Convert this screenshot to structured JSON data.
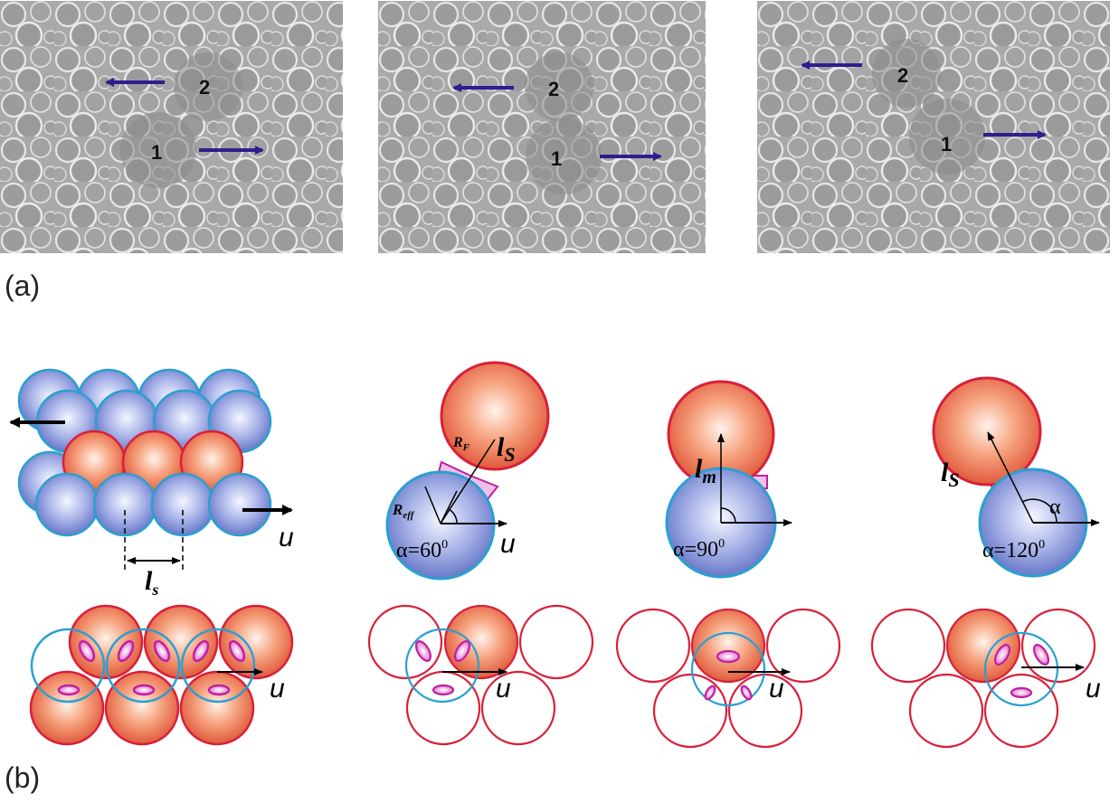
{
  "panel_labels": {
    "a": "(a)",
    "b": "(b)"
  },
  "photos": [
    {
      "bubble_labels": [
        "2",
        "1"
      ]
    },
    {
      "bubble_labels": [
        "2",
        "1"
      ]
    },
    {
      "bubble_labels": [
        "2",
        "1"
      ]
    }
  ],
  "diagram": {
    "layered": {
      "velocity": "u",
      "spacing_label": "l",
      "spacing_sub": "s"
    },
    "pair_60": {
      "film_radius_R": "R",
      "film_radius_sub": "F",
      "effective_radius_R": "R",
      "effective_radius_sub": "eff",
      "length_l": "l",
      "length_sub": "S",
      "angle": "α=60",
      "angle_sup": "0",
      "velocity": "u"
    },
    "pair_90": {
      "length_l": "l",
      "length_sub": "m",
      "angle": "α=90",
      "angle_sup": "0"
    },
    "pair_120": {
      "length_l": "l",
      "length_sub": "S",
      "alpha": "α",
      "angle": "α=120",
      "angle_sup": "0"
    },
    "bottom_velocity": "u"
  },
  "colors": {
    "arrow_blue": "#2e1e8e",
    "blue_sphere": "#7f8fd8",
    "orange_sphere": "#f08060",
    "red_outline": "#d8203a",
    "cyan_outline": "#2aa0d0",
    "magenta": "#c020a0"
  }
}
